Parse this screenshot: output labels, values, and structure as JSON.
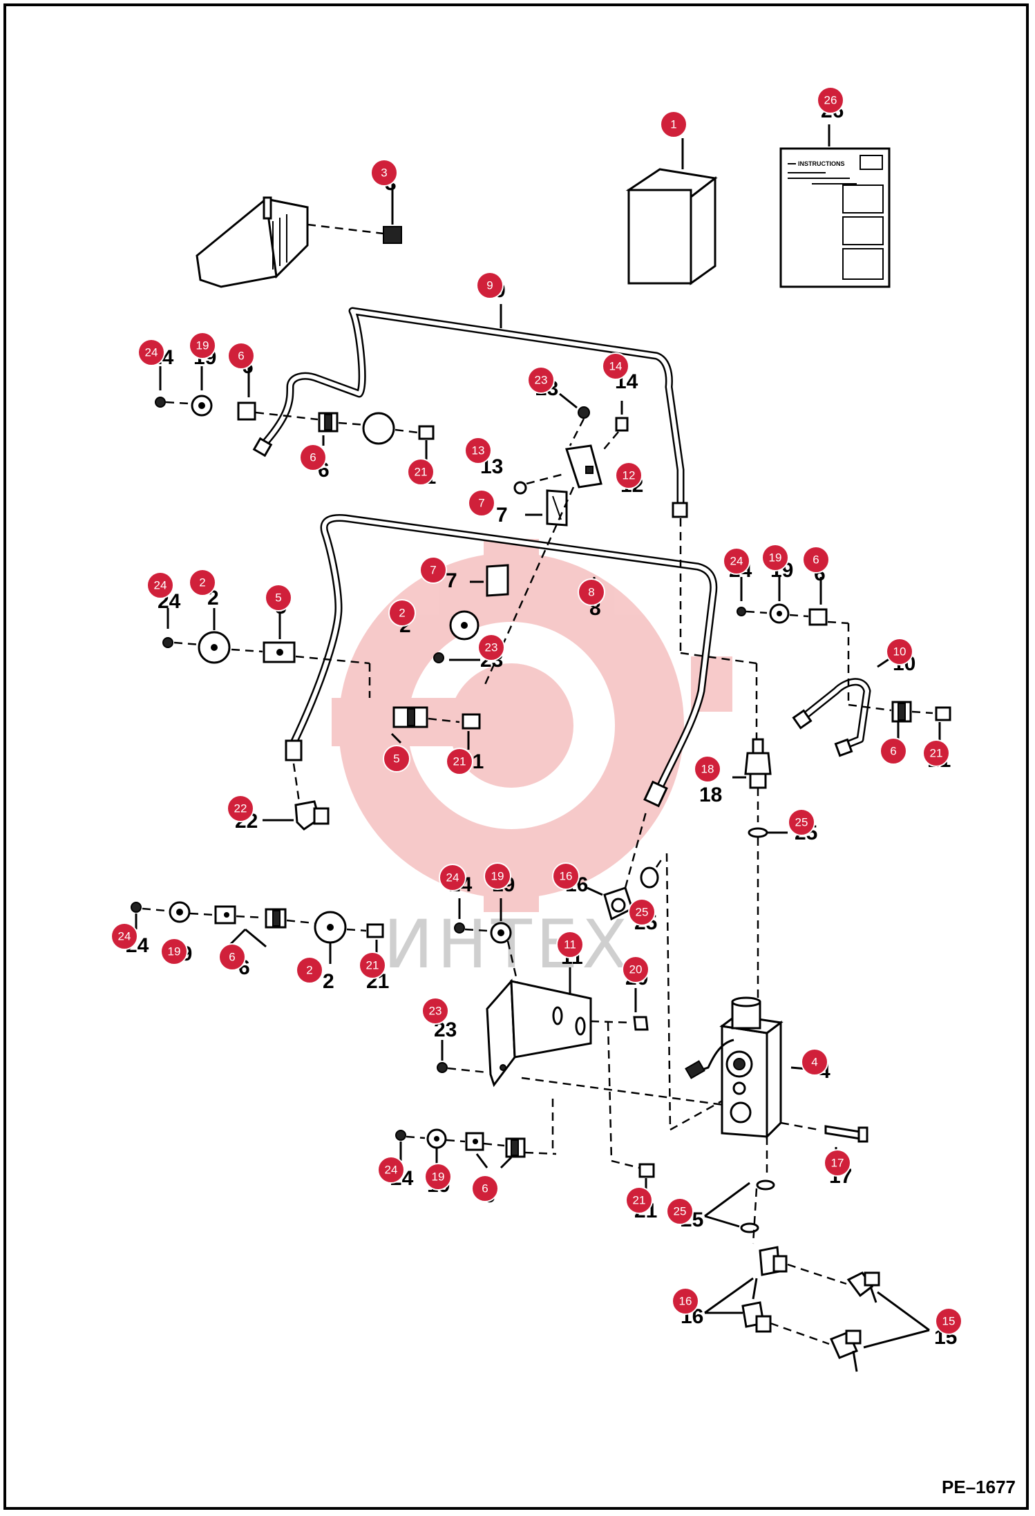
{
  "watermark_text": "ИНТЕХ",
  "drawing_code": "PE–1677",
  "instructions_label": "INSTRUCTIONS",
  "colors": {
    "badge": "#d0203a",
    "watermark": "#f4b8b8"
  },
  "callouts": [
    {
      "id": "c1",
      "num": "1"
    },
    {
      "id": "c2",
      "num": "26"
    },
    {
      "id": "c3",
      "num": "3"
    },
    {
      "id": "c4",
      "num": "9"
    },
    {
      "id": "c5",
      "num": "24"
    },
    {
      "id": "c6",
      "num": "19"
    },
    {
      "id": "c7",
      "num": "6"
    },
    {
      "id": "c8",
      "num": "23"
    },
    {
      "id": "c9",
      "num": "14"
    },
    {
      "id": "c10",
      "num": "6"
    },
    {
      "id": "c11",
      "num": "21"
    },
    {
      "id": "c12",
      "num": "13"
    },
    {
      "id": "c13",
      "num": "12"
    },
    {
      "id": "c14",
      "num": "7"
    },
    {
      "id": "c15",
      "num": "24"
    },
    {
      "id": "c16",
      "num": "2"
    },
    {
      "id": "c17",
      "num": "5"
    },
    {
      "id": "c18",
      "num": "7"
    },
    {
      "id": "c19",
      "num": "8"
    },
    {
      "id": "c20",
      "num": "2"
    },
    {
      "id": "c21",
      "num": "23"
    },
    {
      "id": "c22",
      "num": "24"
    },
    {
      "id": "c23",
      "num": "19"
    },
    {
      "id": "c24",
      "num": "6"
    },
    {
      "id": "c25",
      "num": "10"
    },
    {
      "id": "c26",
      "num": "5"
    },
    {
      "id": "c27",
      "num": "21"
    },
    {
      "id": "c28",
      "num": "6"
    },
    {
      "id": "c29",
      "num": "21"
    },
    {
      "id": "c30",
      "num": "18"
    },
    {
      "id": "c31",
      "num": "22"
    },
    {
      "id": "c32",
      "num": "25"
    },
    {
      "id": "c33",
      "num": "24"
    },
    {
      "id": "c34",
      "num": "19"
    },
    {
      "id": "c35",
      "num": "16"
    },
    {
      "id": "c36",
      "num": "25"
    },
    {
      "id": "c37",
      "num": "24"
    },
    {
      "id": "c38",
      "num": "19"
    },
    {
      "id": "c39",
      "num": "6"
    },
    {
      "id": "c40",
      "num": "2"
    },
    {
      "id": "c41",
      "num": "21"
    },
    {
      "id": "c42",
      "num": "11"
    },
    {
      "id": "c43",
      "num": "20"
    },
    {
      "id": "c44",
      "num": "23"
    },
    {
      "id": "c45",
      "num": "4"
    },
    {
      "id": "c46",
      "num": "17"
    },
    {
      "id": "c47",
      "num": "24"
    },
    {
      "id": "c48",
      "num": "19"
    },
    {
      "id": "c49",
      "num": "6"
    },
    {
      "id": "c50",
      "num": "21"
    },
    {
      "id": "c51",
      "num": "25"
    },
    {
      "id": "c52",
      "num": "16"
    },
    {
      "id": "c53",
      "num": "15"
    }
  ],
  "labels": [
    {
      "id": "l1",
      "text": "3"
    },
    {
      "id": "l2",
      "text": "9"
    },
    {
      "id": "l3",
      "text": "24"
    },
    {
      "id": "l4",
      "text": "19"
    },
    {
      "id": "l5",
      "text": "6"
    },
    {
      "id": "l6",
      "text": "23"
    },
    {
      "id": "l7",
      "text": "14"
    },
    {
      "id": "l8",
      "text": "6"
    },
    {
      "id": "l9",
      "text": "21"
    },
    {
      "id": "l10",
      "text": "13"
    },
    {
      "id": "l11",
      "text": "12"
    },
    {
      "id": "l12",
      "text": "7"
    },
    {
      "id": "l13",
      "text": "24"
    },
    {
      "id": "l14",
      "text": "2"
    },
    {
      "id": "l15",
      "text": "5"
    },
    {
      "id": "l16",
      "text": "7"
    },
    {
      "id": "l17",
      "text": "8"
    },
    {
      "id": "l18",
      "text": "2"
    },
    {
      "id": "l19",
      "text": "23"
    },
    {
      "id": "l20",
      "text": "24"
    },
    {
      "id": "l21",
      "text": "19"
    },
    {
      "id": "l22",
      "text": "6"
    },
    {
      "id": "l23",
      "text": "10"
    },
    {
      "id": "l24",
      "text": "5"
    },
    {
      "id": "l25",
      "text": "21"
    },
    {
      "id": "l26",
      "text": "6"
    },
    {
      "id": "l27",
      "text": "21"
    },
    {
      "id": "l28",
      "text": "18"
    },
    {
      "id": "l29",
      "text": "22"
    },
    {
      "id": "l30",
      "text": "25"
    },
    {
      "id": "l31",
      "text": "24"
    },
    {
      "id": "l32",
      "text": "19"
    },
    {
      "id": "l33",
      "text": "16"
    },
    {
      "id": "l34",
      "text": "25"
    },
    {
      "id": "l35",
      "text": "24"
    },
    {
      "id": "l36",
      "text": "19"
    },
    {
      "id": "l37",
      "text": "6"
    },
    {
      "id": "l38",
      "text": "2"
    },
    {
      "id": "l39",
      "text": "21"
    },
    {
      "id": "l40",
      "text": "11"
    },
    {
      "id": "l41",
      "text": "20"
    },
    {
      "id": "l42",
      "text": "23"
    },
    {
      "id": "l43",
      "text": "4"
    },
    {
      "id": "l44",
      "text": "17"
    },
    {
      "id": "l45",
      "text": "24"
    },
    {
      "id": "l46",
      "text": "19"
    },
    {
      "id": "l47",
      "text": "6"
    },
    {
      "id": "l48",
      "text": "21"
    },
    {
      "id": "l49",
      "text": "25"
    },
    {
      "id": "l50",
      "text": "16"
    },
    {
      "id": "l51",
      "text": "15"
    },
    {
      "id": "l52",
      "text": "26"
    }
  ]
}
